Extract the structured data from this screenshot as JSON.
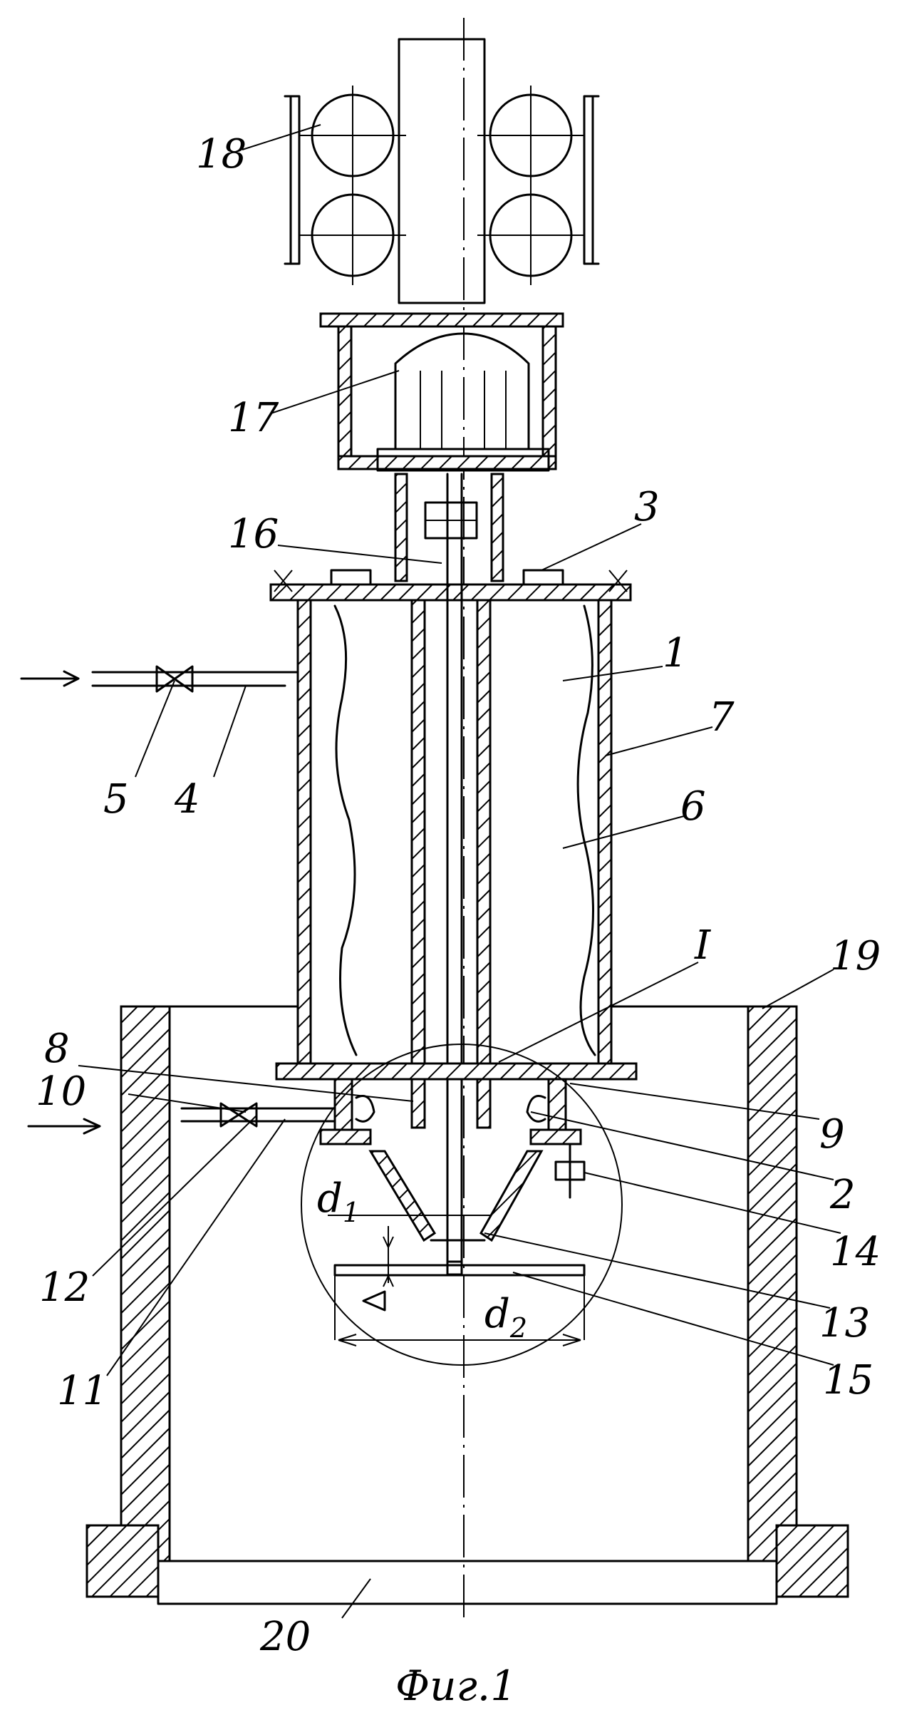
{
  "caption": "Фиг.1",
  "labels": {
    "n1": "1",
    "n2": "2",
    "n3": "3",
    "n4": "4",
    "n5": "5",
    "n6": "6",
    "n7": "7",
    "n8": "8",
    "n9": "9",
    "n10": "10",
    "n11": "11",
    "n12": "12",
    "n13": "13",
    "n14": "14",
    "n15": "15",
    "n16": "16",
    "n17": "17",
    "n18": "18",
    "n19": "19",
    "n20": "20",
    "detail": "I",
    "d1": "d",
    "d1_sub": "1",
    "d2": "d",
    "d2_sub": "2"
  }
}
